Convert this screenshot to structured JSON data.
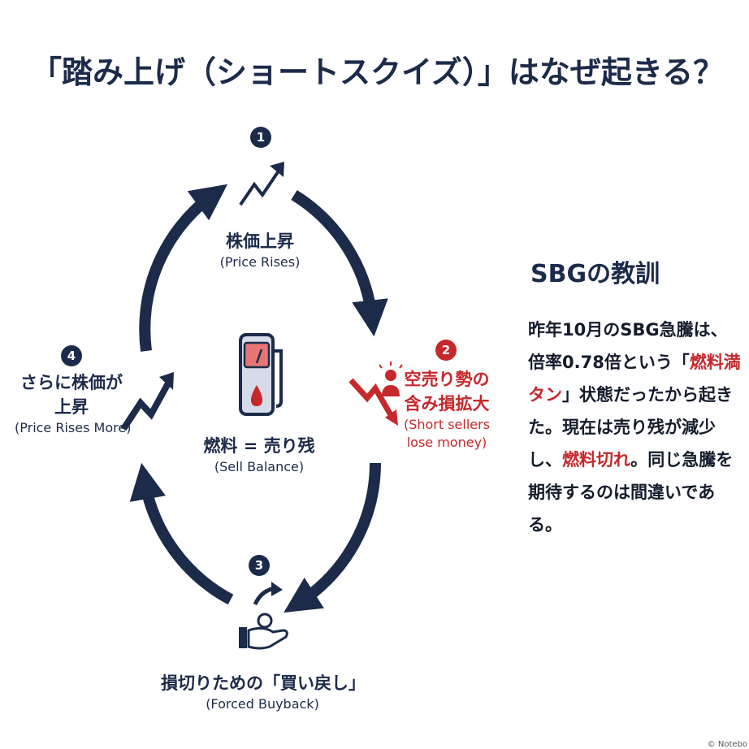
{
  "title": "「踏み上げ（ショートスクイズ）」はなぜ起きる？",
  "cycle": {
    "steps": [
      {
        "number": "1",
        "label_jp": "株価上昇",
        "label_en": "(Price Rises)"
      },
      {
        "number": "2",
        "label_jp_line1": "空売り勢の",
        "label_jp_line2": "含み損拡大",
        "label_en_line1": "(Short sellers",
        "label_en_line2": "lose money)"
      },
      {
        "number": "3",
        "label_jp": "損切りための「買い戻し」",
        "label_en": "(Forced Buyback)"
      },
      {
        "number": "4",
        "label_jp_line1": "さらに株価が",
        "label_jp_line2": "上昇",
        "label_en": "(Price Rises More)"
      }
    ],
    "center": {
      "label_jp": "燃料 = 売り残",
      "label_en": "(Sell Balance)"
    }
  },
  "lesson": {
    "title": "SBGの教訓",
    "body_parts": [
      {
        "text": "昨年10月のSBG急騰は、倍率0.78倍という「",
        "highlight": false
      },
      {
        "text": "燃料満タン",
        "highlight": true
      },
      {
        "text": "」状態だったから起きた。現在は売り残が減少し、",
        "highlight": false
      },
      {
        "text": "燃料切れ",
        "highlight": true
      },
      {
        "text": "。同じ急騰を期待するのは間違いである。",
        "highlight": false
      }
    ]
  },
  "credit": "© Notebo",
  "colors": {
    "navy": "#1c2b4a",
    "red": "#c6282c"
  },
  "icons": [
    "trend-up-arrow-icon",
    "stressed-person-icon",
    "trend-down-arrow-icon",
    "hand-money-icon",
    "fuel-gauge-icon",
    "fuel-pump-icon"
  ]
}
